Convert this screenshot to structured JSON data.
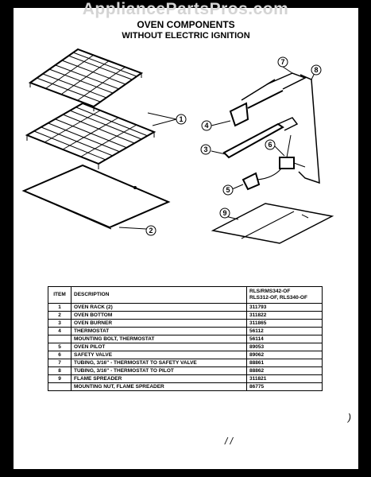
{
  "watermark": "AppliancePartsPros.com",
  "title_line1": "OVEN COMPONENTS",
  "title_line2": "WITHOUT ELECTRIC IGNITION",
  "callouts": [
    "1",
    "2",
    "3",
    "4",
    "5",
    "6",
    "7",
    "8",
    "9"
  ],
  "table": {
    "header": {
      "item": "ITEM",
      "description": "DESCRIPTION",
      "models_line1": "RLS/RMS342-OF",
      "models_line2": "RLS312-OF, RLS340-OF"
    },
    "rows": [
      {
        "item": "1",
        "description": "OVEN RACK (2)",
        "part": "311793"
      },
      {
        "item": "2",
        "description": "OVEN BOTTOM",
        "part": "311822"
      },
      {
        "item": "3",
        "description": "OVEN BURNER",
        "part": "311865"
      },
      {
        "item": "4",
        "description": "THERMOSTAT",
        "part": "56112"
      },
      {
        "item": "",
        "description": "MOUNTING BOLT, THERMOSTAT",
        "part": "56114"
      },
      {
        "item": "5",
        "description": "OVEN PILOT",
        "part": "89053"
      },
      {
        "item": "6",
        "description": "SAFETY VALVE",
        "part": "89062"
      },
      {
        "item": "7",
        "description": "TUBING, 3/16\" - THERMOSTAT TO SAFETY VALVE",
        "part": "88861"
      },
      {
        "item": "8",
        "description": "TUBING, 3/16\" - THERMOSTAT TO PILOT",
        "part": "88862"
      },
      {
        "item": "9",
        "description": "FLAME SPREADER",
        "part": "311821"
      },
      {
        "item": "",
        "description": "MOUNTING NUT, FLAME SPREADER",
        "part": "86775"
      }
    ]
  },
  "handwritten_marks": [
    "/ /",
    ")"
  ]
}
